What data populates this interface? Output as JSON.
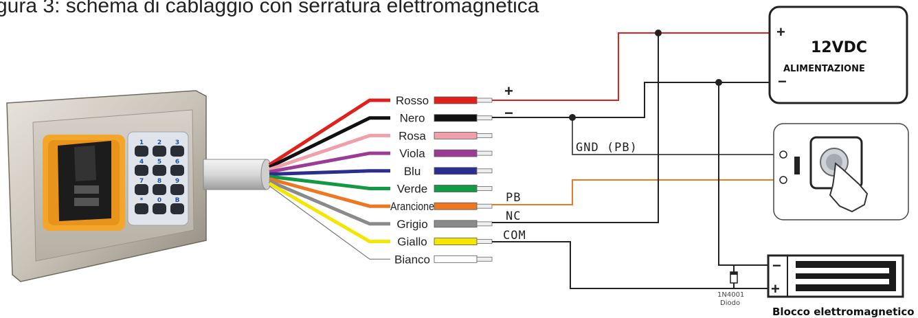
{
  "header": {
    "caption": "gura 3: schema di cablaggio con serratura elettromagnetica"
  },
  "wires": [
    {
      "label": "Rosso",
      "color": "#e0201c"
    },
    {
      "label": "Nero",
      "color": "#111111"
    },
    {
      "label": "Rosa",
      "color": "#f0a0aa"
    },
    {
      "label": "Viola",
      "color": "#9a3c96"
    },
    {
      "label": "Blu",
      "color": "#2b2e8f"
    },
    {
      "label": "Verde",
      "color": "#119944"
    },
    {
      "label": "Arancione",
      "color": "#ee7722"
    },
    {
      "label": "Grigio",
      "color": "#8a8a8a"
    },
    {
      "label": "Giallo",
      "color": "#f5e600"
    },
    {
      "label": "Bianco",
      "color": "#ffffff"
    }
  ],
  "terminals": {
    "plus": "+",
    "minus": "−",
    "pb": "PB",
    "nc": "NC",
    "com": "COM",
    "gnd": "GND (PB)"
  },
  "power_supply": {
    "voltage": "12VDC",
    "name": "ALIMENTAZIONE",
    "plus": "+",
    "minus": "−"
  },
  "lock": {
    "name": "Blocco elettromagnetico",
    "minus": "−",
    "plus": "+"
  },
  "diode": {
    "part": "1N4001",
    "name": "Diodo"
  },
  "keypad_keys": [
    "1",
    "2",
    "3",
    "4",
    "5",
    "6",
    "7",
    "8",
    "9",
    "*",
    "0",
    "B"
  ],
  "colors": {
    "power_wire": "#e0201c",
    "pb_wire": "#ee7722",
    "line": "#222222"
  }
}
